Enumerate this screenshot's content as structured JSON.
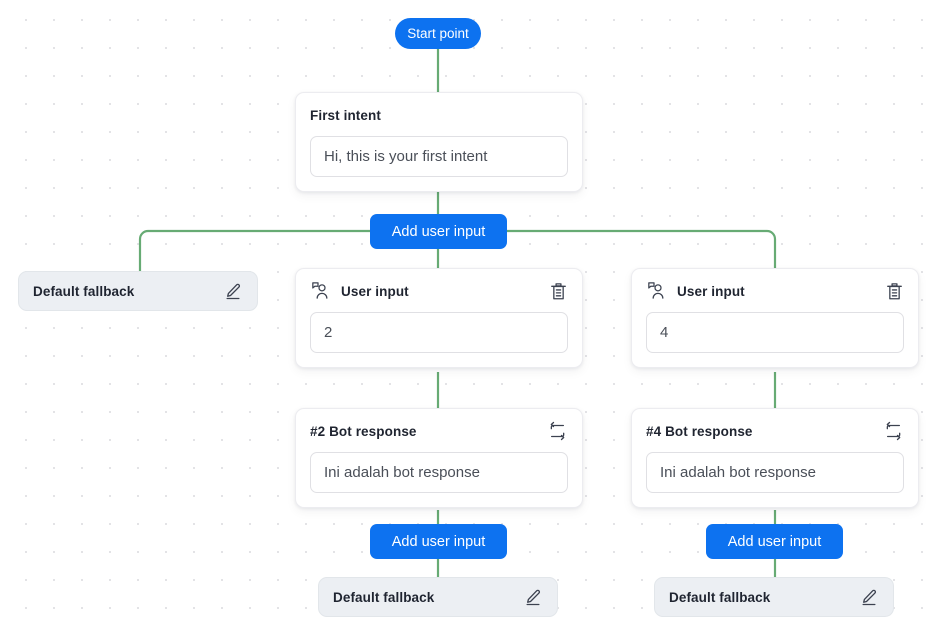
{
  "canvas": {
    "background_color": "#ffffff",
    "dot_color": "#e3e3e6",
    "connector_color": "#67ab74",
    "accent_color": "#0d72f0",
    "fallback_bg_color": "#eceff3"
  },
  "start": {
    "label": "Start point"
  },
  "first_intent": {
    "title": "First intent",
    "message": "Hi, this is your first intent"
  },
  "add_buttons": {
    "root": "Add user input",
    "left_branch": "Add user input",
    "right_branch": "Add user input"
  },
  "fallbacks": [
    {
      "label": "Default fallback",
      "icon": "pencil-icon"
    },
    {
      "label": "Default fallback",
      "icon": "pencil-icon"
    },
    {
      "label": "Default fallback",
      "icon": "pencil-icon"
    }
  ],
  "branches": [
    {
      "user_input": {
        "title": "User input",
        "value": "2",
        "lead_icon": "user-speech-icon",
        "action_icon": "trash-icon"
      },
      "bot_response": {
        "title": "#2 Bot response",
        "value": "Ini adalah bot response",
        "action_icon": "swap-arrows-icon"
      }
    },
    {
      "user_input": {
        "title": "User input",
        "value": "4",
        "lead_icon": "user-speech-icon",
        "action_icon": "trash-icon"
      },
      "bot_response": {
        "title": "#4 Bot response",
        "value": "Ini adalah bot response",
        "action_icon": "swap-arrows-icon"
      }
    }
  ]
}
